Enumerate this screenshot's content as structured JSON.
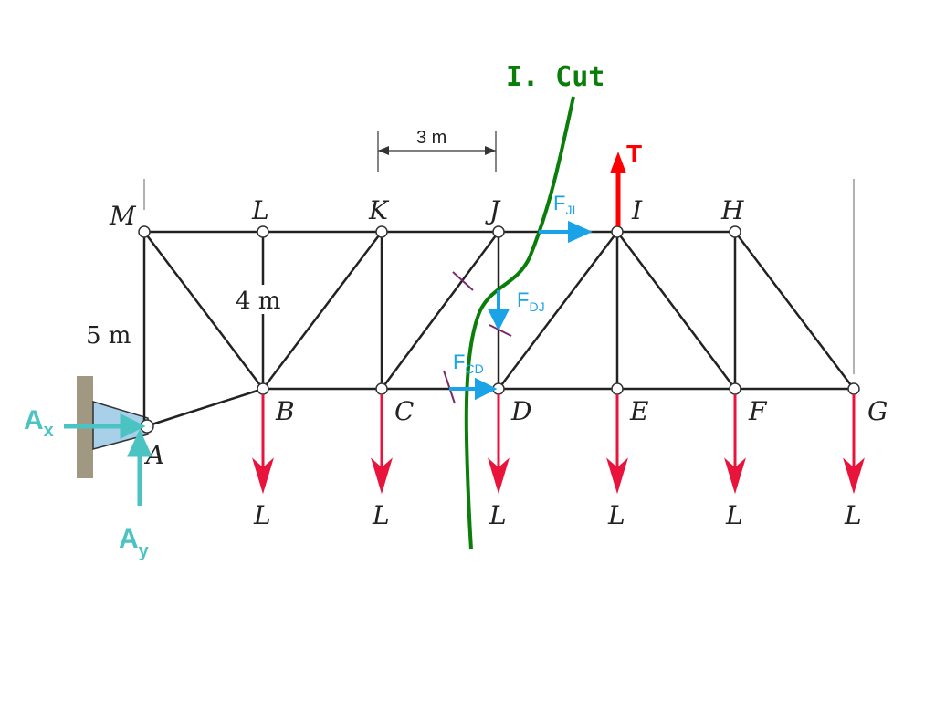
{
  "cut": {
    "label": "I. Cut",
    "color": "#0a7d0a"
  },
  "dimensions": {
    "panel": "3 m",
    "height_left": "5 m",
    "height_inner": "4 m"
  },
  "nodes": {
    "M": "M",
    "L": "L",
    "K": "K",
    "J": "J",
    "I": "I",
    "H": "H",
    "A": "A",
    "B": "B",
    "C": "C",
    "D": "D",
    "E": "E",
    "F": "F",
    "G": "G"
  },
  "loads": {
    "label": "L",
    "color": "#e8143c",
    "points": [
      "B",
      "C",
      "D",
      "E",
      "F",
      "G"
    ]
  },
  "tension": {
    "label": "T",
    "color": "#ff0000"
  },
  "member_forces": {
    "color": "#1aa3e6",
    "FJI": {
      "main": "F",
      "sub": "JI"
    },
    "FDJ": {
      "main": "F",
      "sub": "DJ"
    },
    "FCD": {
      "main": "F",
      "sub": "CD"
    }
  },
  "reactions": {
    "color": "#4cc3c3",
    "Ax": {
      "main": "A",
      "sub": "x"
    },
    "Ay": {
      "main": "A",
      "sub": "y"
    }
  },
  "icons": {
    "support": "pin-support-icon",
    "cut_tick": "cut-tick-icon"
  },
  "colors": {
    "tick": "#7a2a6a",
    "support_fill": "#a8d0e8",
    "wall": "#a09880"
  }
}
